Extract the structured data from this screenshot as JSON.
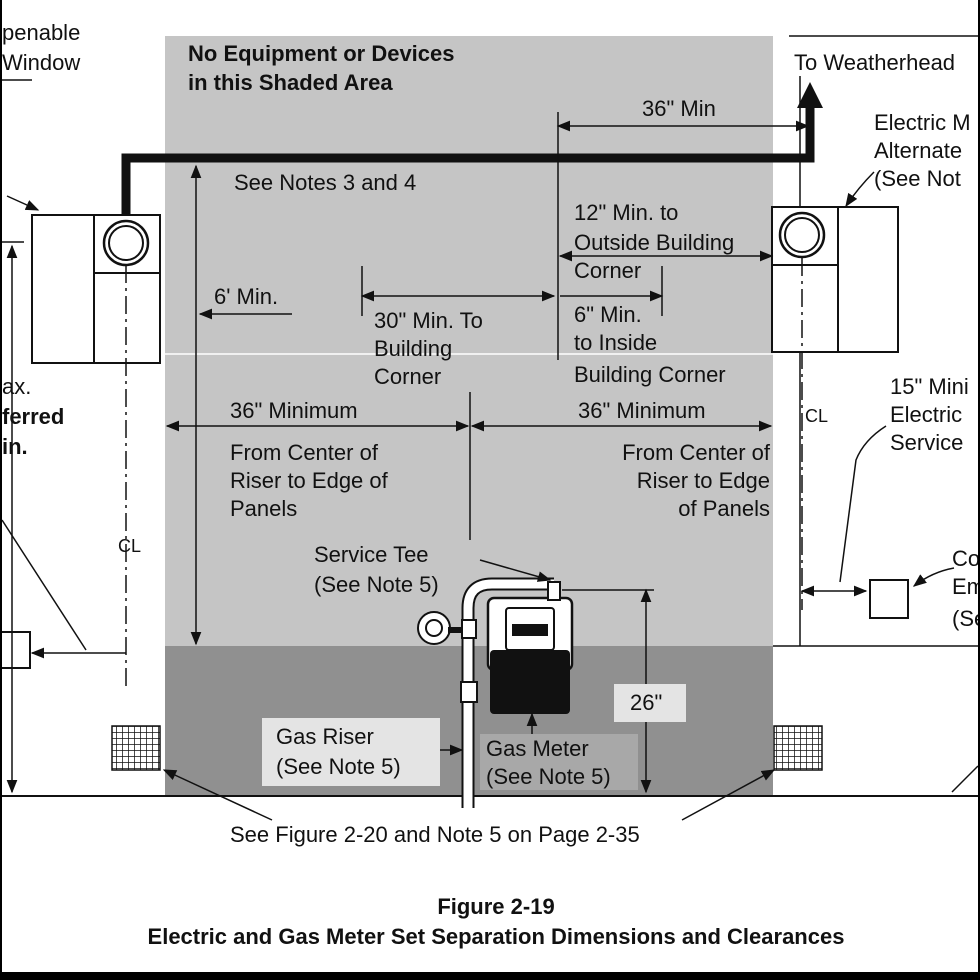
{
  "labels": {
    "window_a": "penable",
    "window_b": "Window",
    "shaded_title_a": "No Equipment or Devices",
    "shaded_title_b": "in this Shaded Area",
    "weatherhead": "To Weatherhead",
    "min36_top": "36\" Min",
    "see_notes": "See Notes 3 and 4",
    "alt_a": "Electric M",
    "alt_b": "Alternate",
    "alt_c": "(See Not",
    "corner12_a": "12\" Min. to",
    "corner12_b": "Outside Building",
    "corner12_c": "Corner",
    "min6": "6' Min.",
    "corner30_a": "30\" Min. To",
    "corner30_b": "Building",
    "corner30_c": "Corner",
    "corner6_a": "6\" Min.",
    "corner6_b": "to Inside",
    "corner6_c": "Building Corner",
    "left_max": "ax.",
    "left_ferred": "ferred",
    "left_in": "in.",
    "min36_left": "36\" Minimum",
    "min36_right": "36\" Minimum",
    "from_left_a": "From Center of",
    "from_left_b": "Riser to Edge of",
    "from_left_c": "Panels",
    "from_right_a": "From Center of",
    "from_right_b": "Riser to Edge",
    "from_right_c": "of Panels",
    "r15_a": "15\" Mini",
    "r15_b": "Electric",
    "r15_c": "Service",
    "cl": "CL",
    "service_tee_a": "Service Tee",
    "service_tee_b": "(See Note 5)",
    "co_a": "Co",
    "co_b": "Em",
    "co_c": "(Se",
    "dim26": "26\"",
    "gas_riser_a": "Gas Riser",
    "gas_riser_b": "(See Note 5)",
    "gas_meter_a": "Gas Meter",
    "gas_meter_b": "(See Note 5)",
    "see_figure": "See Figure 2-20 and Note 5 on Page 2-35",
    "figure_num": "Figure 2-19",
    "figure_title": "Electric and Gas Meter Set Separation Dimensions and Clearances"
  },
  "colors": {
    "shade_light": "#c5c5c5",
    "shade_dark": "#909090",
    "line": "#111111",
    "background": "#ffffff"
  }
}
